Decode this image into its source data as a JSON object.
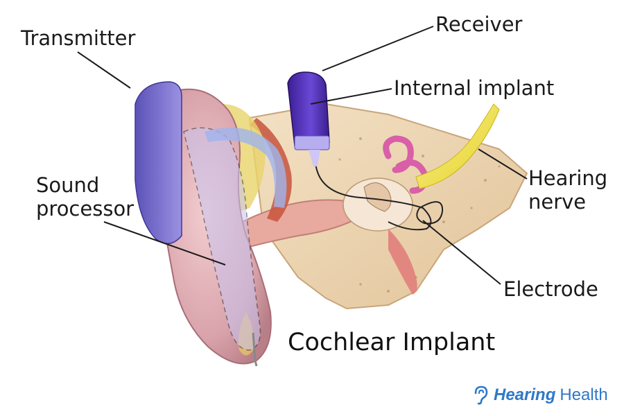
{
  "title": "Cochlear Implant",
  "labels": {
    "transmitter": "Transmitter",
    "receiver": "Receiver",
    "internal_implant": "Internal implant",
    "hearing_nerve_line1": "Hearing",
    "hearing_nerve_line2": "nerve",
    "sound_processor_line1": "Sound",
    "sound_processor_line2": "processor",
    "electrode": "Electrode"
  },
  "brand": {
    "name_strong": "Hearing",
    "name_light": "Health",
    "icon": "ear-icon"
  },
  "colors": {
    "device_purple": "#4a2aa8",
    "transmitter_violet": "#7a6fd0",
    "nerve_yellow": "#f1e13c",
    "skin_pink": "#e9b8b8",
    "bone_beige": "#efd9b8",
    "brand_blue": "#2e78c8"
  }
}
